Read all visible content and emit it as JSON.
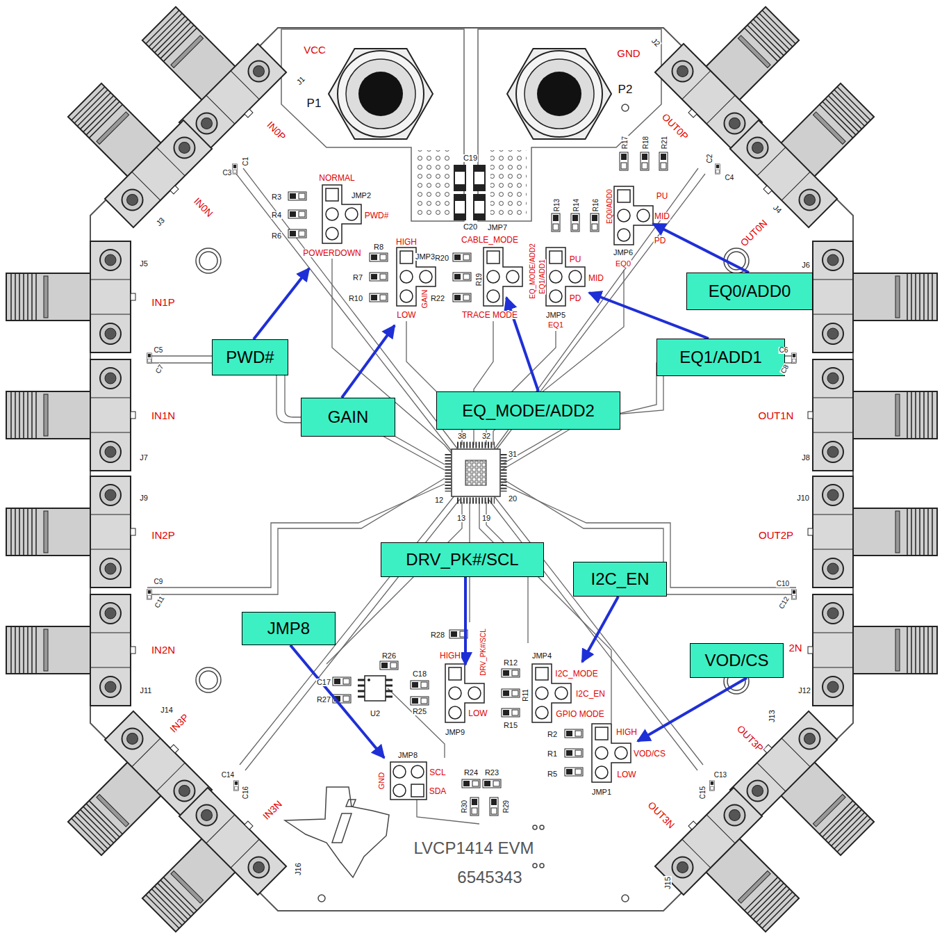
{
  "diagram": {
    "nodes": [
      {
        "text": [
          "EQ0/ADD0"
        ]
      },
      {
        "text": [
          "EQ1/ADD1"
        ]
      },
      {
        "text": [
          "PWD#"
        ]
      },
      {
        "text": [
          "EQ_MODE/ADD2"
        ]
      },
      {
        "text": [
          "GAIN"
        ]
      },
      {
        "text": [
          "DRV_PK#/SCL"
        ]
      },
      {
        "text": [
          "I2C_EN"
        ]
      },
      {
        "text": [
          "JMP8"
        ]
      },
      {
        "text": [
          "VOD/CS"
        ]
      }
    ],
    "labels": [
      "VCC",
      "GND",
      "P1",
      "P2",
      "J1",
      "J3",
      "IN0P",
      "IN0N",
      "J2",
      "J4",
      "OUT0P",
      "OUT0N",
      "C1",
      "C3",
      "C2",
      "C4",
      "J5",
      "IN1P",
      "C5",
      "C7",
      "IN1N",
      "J7",
      "J9",
      "IN2P",
      "C9",
      "C11",
      "IN2N",
      "J11",
      "J6",
      "C6",
      "C8",
      "OUT1N",
      "J8",
      "J10",
      "OUT2P",
      "C10",
      "C12",
      "2N",
      "J12",
      "J14",
      "IN3P",
      "C14",
      "C16",
      "IN3N",
      "J16",
      "J13",
      "OUT3P",
      "C13",
      "C15",
      "OUT3N",
      "J15",
      "C19",
      "C20",
      "JMP7",
      "R17",
      "R18",
      "R21",
      "PU",
      "EQ0/ADD0",
      "MID",
      "PD",
      "JMP6",
      "EQ0",
      "R13",
      "R14",
      "R16",
      "PU",
      "EQ1/ADD1",
      "MID",
      "PD",
      "JMP5",
      "EQ1",
      "R8",
      "HIGH",
      "R20",
      "CABLE_MODE",
      "JMP3",
      "R7",
      "GAIN",
      "R19",
      "EQ_MODE/ADD2",
      "R10",
      "R22",
      "LOW",
      "TRACE MODE",
      "NORMAL",
      "R3",
      "JMP2",
      "R4",
      "PWD#",
      "R6",
      "POWERDOWN",
      "38",
      "32",
      "31",
      "12",
      "20",
      "13",
      "19",
      "R26",
      "R28",
      "HIGH",
      "DRV_PK#/SCL",
      "C17",
      "C18",
      "U2",
      "R27",
      "R25",
      "LOW",
      "JMP9",
      "JMP4",
      "R12",
      "I2C_MODE",
      "I2C_EN",
      "R11",
      "GPIO MODE",
      "R15",
      "R2",
      "HIGH",
      "R1",
      "VOD/CS",
      "R5",
      "LOW",
      "JMP1",
      "JMP8",
      "GND",
      "SCL",
      "SDA",
      "R24",
      "R23",
      "R30",
      "R29",
      "LVCP1414 EVM",
      "6545343"
    ]
  }
}
